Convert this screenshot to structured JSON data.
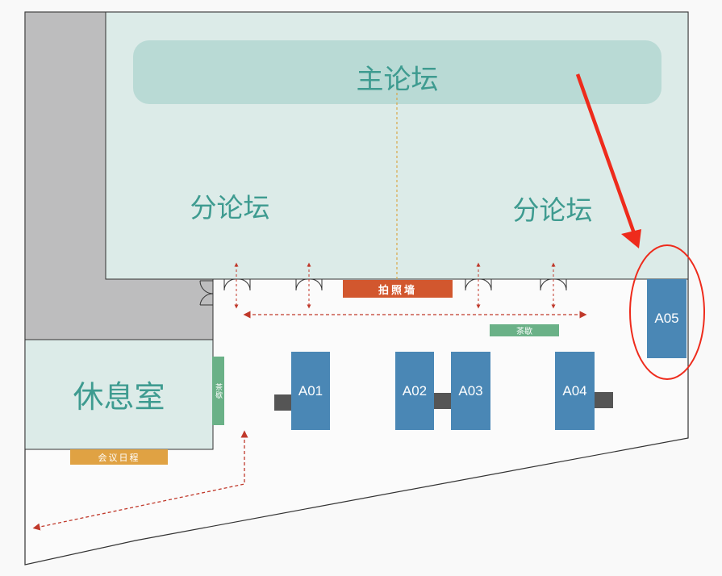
{
  "rooms": {
    "main_forum": "主论坛",
    "sub_forum_left": "分论坛",
    "sub_forum_right": "分论坛",
    "lounge": "休息室"
  },
  "signs": {
    "photo_wall": "拍照墙",
    "tea_break_right": "茶歇",
    "tea_break_lounge": "茶歇",
    "agenda": "会议日程"
  },
  "booths": [
    "A01",
    "A02",
    "A03",
    "A04",
    "A05"
  ],
  "colors": {
    "forum_fill": "#dcebe8",
    "main_stage_fill": "#b9dad5",
    "room_text": "#3e9b90",
    "booth": "#4a87b5",
    "photo_wall": "#d2572e",
    "tea_break": "#6ab187",
    "agenda": "#e0a243",
    "highlight": "#ee2b1c",
    "gray_block": "#bdbdbe",
    "path_arrow": "#c0392b"
  }
}
